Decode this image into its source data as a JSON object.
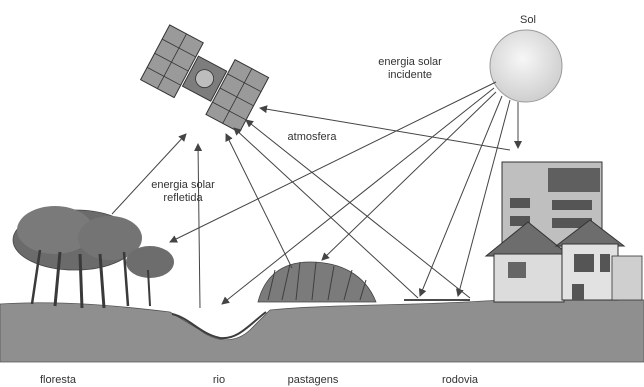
{
  "labels": {
    "sun": "Sol",
    "incident_line1": "energia solar",
    "incident_line2": "incidente",
    "atmosphere": "atmosfera",
    "reflected_line1": "energia solar",
    "reflected_line2": "refletida",
    "forest": "floresta",
    "river": "rio",
    "pasture": "pastagens",
    "road": "rodovia"
  },
  "icons": [
    "satellite-icon",
    "sun-icon",
    "tree-icon",
    "grass-icon",
    "house-icon",
    "building-icon"
  ],
  "colors": {
    "ink": "#333333",
    "sun_fill": "#e6e6e6",
    "ground": "#8a8a8a",
    "foliage": "#6e6e6e"
  }
}
